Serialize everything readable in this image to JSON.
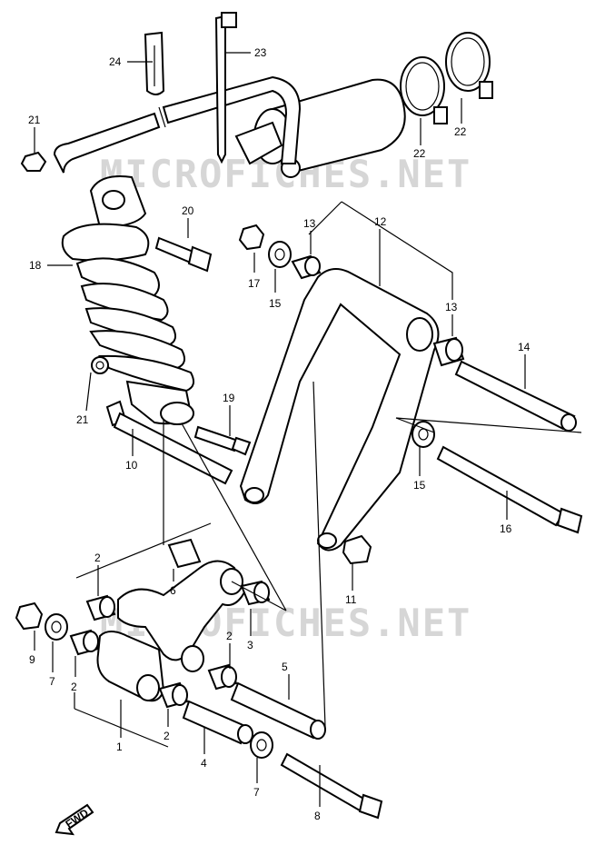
{
  "watermark": {
    "text_top": "MICROFICHES.NET",
    "text_bottom": "MICROFICHES.NET"
  },
  "fwd_label": "FWD",
  "callouts": [
    {
      "id": "c24",
      "text": "24"
    },
    {
      "id": "c23",
      "text": "23"
    },
    {
      "id": "c21a",
      "text": "21"
    },
    {
      "id": "c22a",
      "text": "22"
    },
    {
      "id": "c22b",
      "text": "22"
    },
    {
      "id": "c20",
      "text": "20"
    },
    {
      "id": "c13a",
      "text": "13"
    },
    {
      "id": "c12",
      "text": "12"
    },
    {
      "id": "c18",
      "text": "18"
    },
    {
      "id": "c17",
      "text": "17"
    },
    {
      "id": "c15a",
      "text": "15"
    },
    {
      "id": "c13b",
      "text": "13"
    },
    {
      "id": "c14",
      "text": "14"
    },
    {
      "id": "c21b",
      "text": "21"
    },
    {
      "id": "c19",
      "text": "19"
    },
    {
      "id": "c10",
      "text": "10"
    },
    {
      "id": "c15b",
      "text": "15"
    },
    {
      "id": "c16",
      "text": "16"
    },
    {
      "id": "c2a",
      "text": "2"
    },
    {
      "id": "c6",
      "text": "6"
    },
    {
      "id": "c11",
      "text": "11"
    },
    {
      "id": "c9",
      "text": "9"
    },
    {
      "id": "c7a",
      "text": "7"
    },
    {
      "id": "c2b",
      "text": "2"
    },
    {
      "id": "c2c",
      "text": "2"
    },
    {
      "id": "c3",
      "text": "3"
    },
    {
      "id": "c5",
      "text": "5"
    },
    {
      "id": "c1",
      "text": "1"
    },
    {
      "id": "c2d",
      "text": "2"
    },
    {
      "id": "c4",
      "text": "4"
    },
    {
      "id": "c7b",
      "text": "7"
    },
    {
      "id": "c8",
      "text": "8"
    }
  ]
}
